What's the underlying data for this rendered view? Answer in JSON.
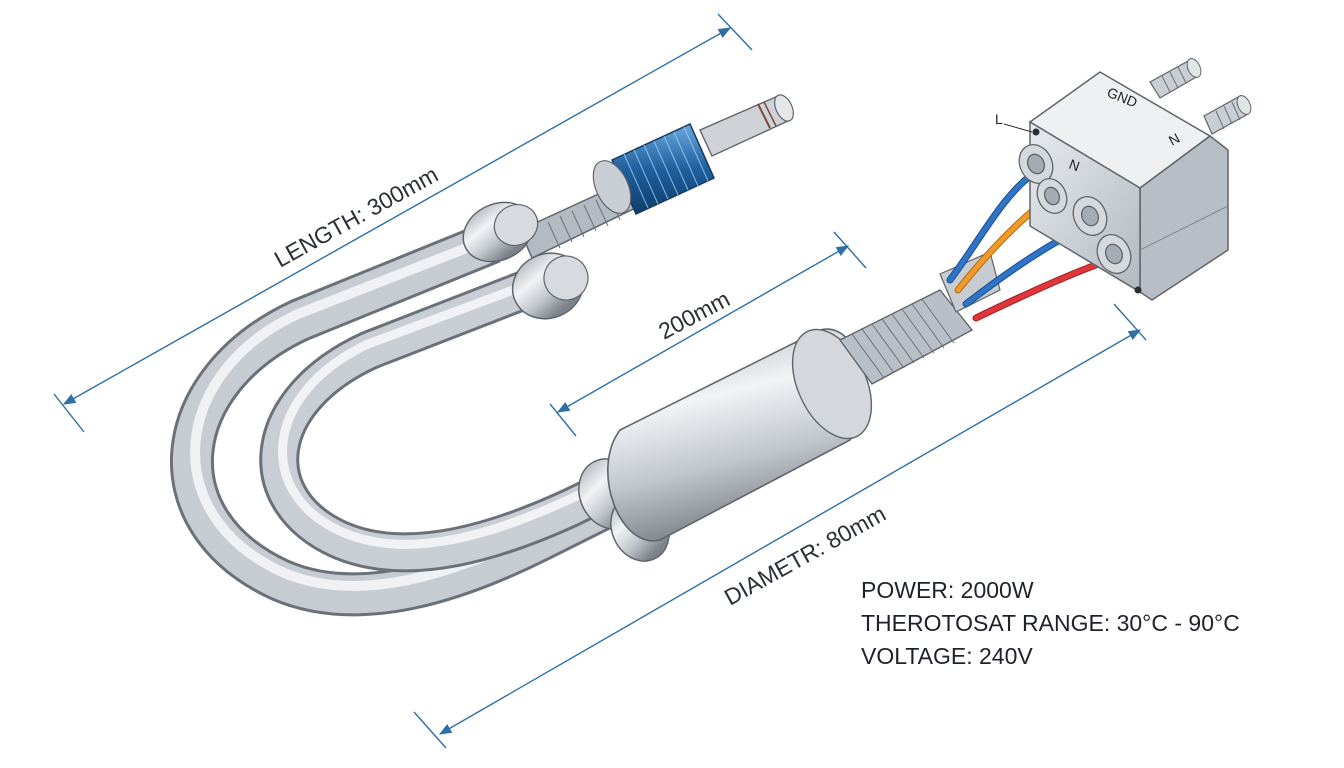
{
  "dimensions": {
    "length": "LENGTH: 300mm",
    "inner_length": "200mm",
    "diameter": "DIAMETR: 80mm"
  },
  "terminals": {
    "l": "L",
    "gnd": "GND",
    "n_top": "N",
    "n_side": "N"
  },
  "specs": [
    "POWER: 2000W",
    "THEROTOSAT RANGE:  30°C - 90°C",
    "VOLTAGE: 240V"
  ],
  "colors": {
    "dimension_line": "#2f6fa6",
    "wire_blue": "#2f74c8",
    "wire_orange": "#f09a2c",
    "wire_red": "#e0353b",
    "metal": "#c9cdd2"
  }
}
